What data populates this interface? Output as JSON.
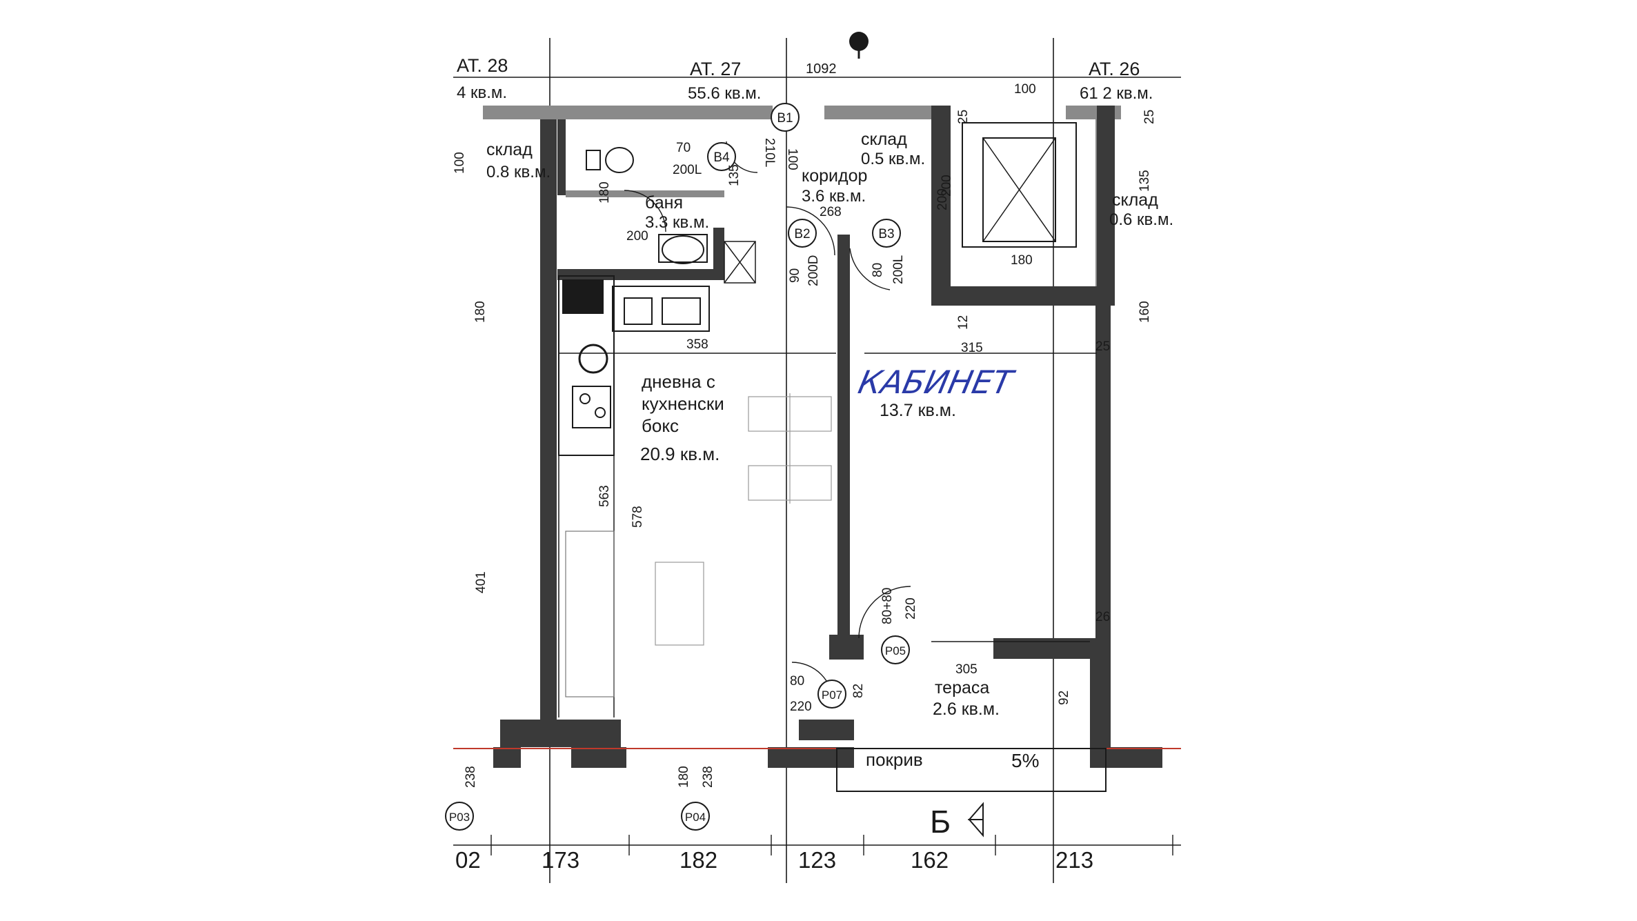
{
  "apartments": {
    "left": {
      "name": "АТ. 28",
      "area": "4 кв.м."
    },
    "center": {
      "name": "АТ. 27",
      "area": "55.6 кв.м."
    },
    "right": {
      "name": "АТ. 26",
      "area": "61 2 кв.м."
    }
  },
  "rooms": {
    "storage_left": {
      "name": "склад",
      "area": "0.8 кв.м."
    },
    "bathroom": {
      "name": "баня",
      "area": "3.3 кв.м."
    },
    "storage_mid": {
      "name": "склад",
      "area": "0.5 кв.м."
    },
    "corridor": {
      "name": "коридор",
      "area": "3.6 кв.м."
    },
    "storage_right": {
      "name": "склад",
      "area": "0.6 кв.м."
    },
    "living": {
      "line1": "дневна с",
      "line2": "кухненски",
      "line3": "бокс",
      "area": "20.9 кв.м."
    },
    "office": {
      "handwritten": "КАБИНЕТ",
      "area": "13.7 кв.м."
    },
    "terrace": {
      "name": "тераса",
      "area": "2.6 кв.м."
    },
    "roof": {
      "name": "покрив",
      "slope": "5%"
    }
  },
  "door_tags": [
    "B1",
    "B4",
    "B2",
    "B3",
    "P05",
    "P07",
    "P04",
    "P03"
  ],
  "dimensions": {
    "top_total": "1092",
    "bottom": [
      "02",
      "173",
      "182",
      "123",
      "162",
      "213"
    ],
    "inner": [
      "100",
      "70",
      "200L",
      "210L",
      "100",
      "268",
      "200",
      "180",
      "200",
      "358",
      "315",
      "563",
      "578",
      "90",
      "200D",
      "80",
      "200L",
      "80+80",
      "220",
      "305",
      "80",
      "220",
      "82",
      "92",
      "180",
      "238",
      "238",
      "401",
      "180",
      "100",
      "135",
      "135",
      "160",
      "25",
      "25",
      "12",
      "26",
      "25",
      "180",
      "200"
    ]
  },
  "section_mark": "Б",
  "colors": {
    "ink": "#1a1a1a",
    "wall": "#3a3a3a",
    "handwriting": "#2a3aa8",
    "roof_line": "#c0392b"
  }
}
